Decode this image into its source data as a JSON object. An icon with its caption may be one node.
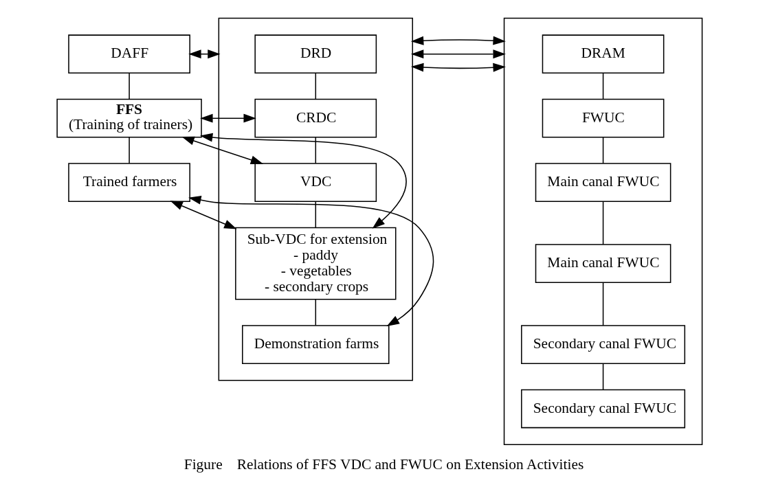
{
  "diagram": {
    "caption": "Figure　Relations of FFS VDC and FWUC on Extension Activities",
    "nodes": [
      {
        "text": [
          "DAFF"
        ]
      },
      {
        "text": [
          "FFS",
          "(Training of trainers)"
        ]
      },
      {
        "text": [
          "Trained farmers"
        ]
      },
      {
        "text": [],
        "shape": "box"
      },
      {
        "text": [
          "DRD"
        ],
        "in": 3
      },
      {
        "text": [
          "CRDC"
        ],
        "in": 3
      },
      {
        "text": [
          "VDC"
        ],
        "in": 3
      },
      {
        "text": [
          "Sub-VDC for extension",
          "- paddy",
          "- vegetables",
          "- secondary crops"
        ],
        "in": 3
      },
      {
        "text": [
          "Demonstration farms"
        ],
        "in": 3
      },
      {
        "text": [],
        "shape": "box"
      },
      {
        "text": [
          "DRAM"
        ],
        "in": 9
      },
      {
        "text": [
          "FWUC"
        ],
        "in": 9
      },
      {
        "text": [
          "Main canal FWUC"
        ],
        "in": 9
      },
      {
        "text": [
          "Main canal FWUC"
        ],
        "in": 9
      },
      {
        "text": [
          "Secondary canal FWUC"
        ],
        "in": 9
      },
      {
        "text": [
          "Secondary canal FWUC"
        ],
        "in": 9
      }
    ],
    "edges": [
      {
        "from": 0,
        "to": 1,
        "arrow": "none"
      },
      {
        "from": 1,
        "to": 2,
        "arrow": "none"
      },
      {
        "from": 0,
        "to": 3,
        "arrow": "both"
      },
      {
        "from": 1,
        "to": 5,
        "arrow": "both"
      },
      {
        "from": 1,
        "to": 6,
        "arrow": "both"
      },
      {
        "from": 1,
        "to": 7,
        "arrow": "both"
      },
      {
        "from": 2,
        "to": 7,
        "arrow": "both"
      },
      {
        "from": 2,
        "to": 8,
        "arrow": "both"
      },
      {
        "from": 4,
        "to": 5,
        "arrow": "none"
      },
      {
        "from": 5,
        "to": 6,
        "arrow": "none"
      },
      {
        "from": 6,
        "to": 7,
        "arrow": "none"
      },
      {
        "from": 7,
        "to": 8,
        "arrow": "none"
      },
      {
        "from": 10,
        "to": 11,
        "arrow": "none"
      },
      {
        "from": 11,
        "to": 12,
        "arrow": "none"
      },
      {
        "from": 12,
        "to": 13,
        "arrow": "none"
      },
      {
        "from": 13,
        "to": 14,
        "arrow": "none"
      },
      {
        "from": 14,
        "to": 15,
        "arrow": "none"
      },
      {
        "from": 3,
        "to": 9,
        "arrow": "both"
      },
      {
        "from": 3,
        "to": 9,
        "arrow": "both"
      },
      {
        "from": 3,
        "to": 9,
        "arrow": "both"
      }
    ]
  }
}
